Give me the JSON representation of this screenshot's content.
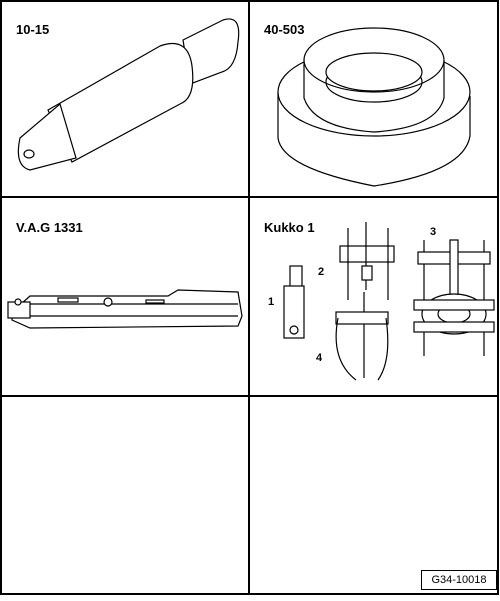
{
  "cells": [
    {
      "label": "10-15"
    },
    {
      "label": "40-503"
    },
    {
      "label": "V.A.G 1331"
    },
    {
      "label": "Kukko 1"
    },
    {
      "label": ""
    },
    {
      "label": ""
    }
  ],
  "kukko_parts": [
    "1",
    "2",
    "3",
    "4"
  ],
  "figure_ref": "G34-10018"
}
